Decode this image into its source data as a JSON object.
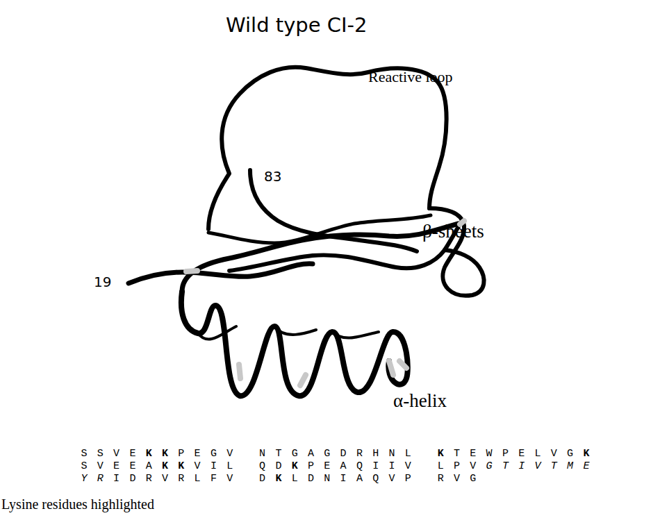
{
  "diagram": {
    "title": "Wild type CI-2",
    "labels": [
      "Reactive loop",
      "83",
      "β-sheets",
      "19",
      "α-helix",
      "S",
      "S",
      "V",
      "E",
      "K",
      "K",
      "P",
      "E",
      "G",
      "V",
      "N",
      "T",
      "G",
      "A",
      "G",
      "D",
      "R",
      "H",
      "N",
      "L",
      "K",
      "T",
      "E",
      "W",
      "P",
      "E",
      "L",
      "V",
      "G",
      "K",
      "S",
      "V",
      "E",
      "E",
      "A",
      "K",
      "K",
      "V",
      "I",
      "L",
      "Q",
      "D",
      "K",
      "P",
      "E",
      "A",
      "Q",
      "I",
      "I",
      "V",
      "L",
      "P",
      "V",
      "G",
      "T",
      "I",
      "V",
      "T",
      "M",
      "E",
      "Y",
      "R",
      "I",
      "D",
      "R",
      "V",
      "R",
      "L",
      "F",
      "V",
      "D",
      "K",
      "L",
      "D",
      "N",
      "I",
      "A",
      "Q",
      "V",
      "P",
      "R",
      "V",
      "G",
      "Lysine residues highlighted"
    ]
  }
}
